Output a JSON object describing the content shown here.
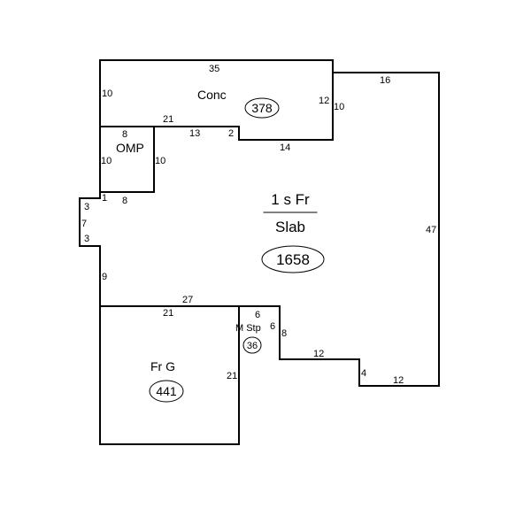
{
  "main": {
    "label_1": "1 s Fr",
    "label_2": "Slab",
    "area": "1658"
  },
  "conc": {
    "label": "Conc",
    "area": "378"
  },
  "omp": {
    "label": "OMP"
  },
  "garage": {
    "label": "Fr G",
    "area": "441"
  },
  "stoop": {
    "label": "M Stp",
    "area": "36"
  },
  "dims": {
    "top": "35",
    "conc_left": "10",
    "conc_right_inner": "12",
    "conc_right_outer": "10",
    "right_top": "16",
    "right_side": "47",
    "omp_top": "8",
    "conc_bottom_21": "21",
    "conc_bottom_13": "13",
    "conc_step_2": "2",
    "conc_bottom_14": "14",
    "omp_left": "10",
    "omp_right": "10",
    "omp_bottom_1": "1",
    "omp_bottom_8": "8",
    "bump_top": "3",
    "bump_mid": "7",
    "bump_bottom": "3",
    "left_lower": "9",
    "mid_27": "27",
    "garage_top": "21",
    "stoop_top": "6",
    "stoop_right": "6",
    "notch_8": "8",
    "bottom_12a": "12",
    "step_4": "4",
    "bottom_12b": "12",
    "garage_right": "21"
  }
}
